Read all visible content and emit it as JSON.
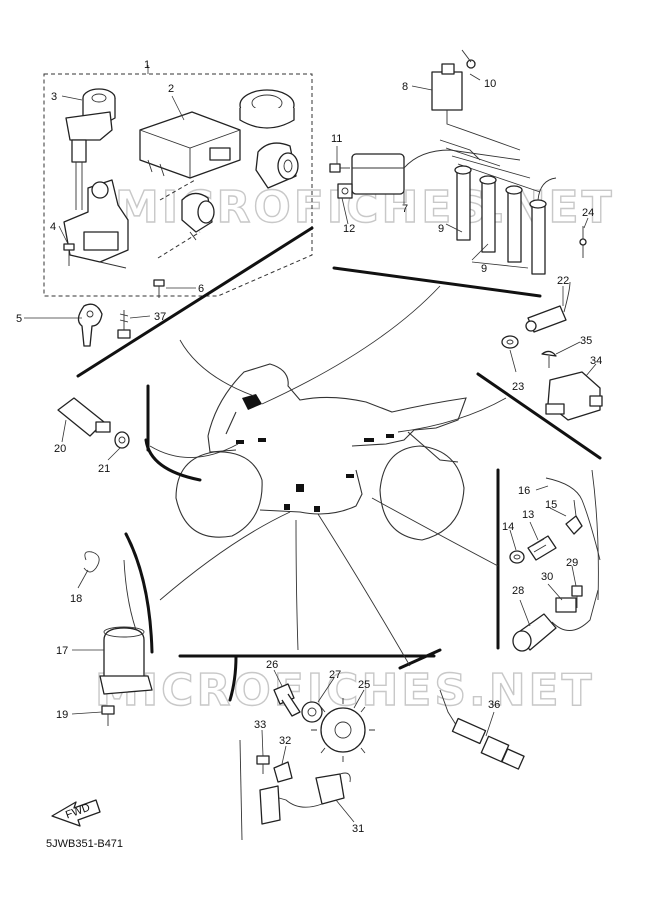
{
  "diagram": {
    "code": "5JWB351-B471",
    "fwd_label": "FWD",
    "watermark_top": "MICROFICHES.NET",
    "watermark_bottom": "MICROFICHES.NET",
    "callouts": [
      "1",
      "2",
      "3",
      "4",
      "5",
      "6",
      "7",
      "8",
      "9",
      "9",
      "10",
      "11",
      "12",
      "13",
      "14",
      "15",
      "16",
      "17",
      "18",
      "19",
      "20",
      "21",
      "22",
      "23",
      "24",
      "25",
      "26",
      "27",
      "28",
      "29",
      "30",
      "31",
      "32",
      "33",
      "34",
      "35",
      "36",
      "37"
    ]
  }
}
